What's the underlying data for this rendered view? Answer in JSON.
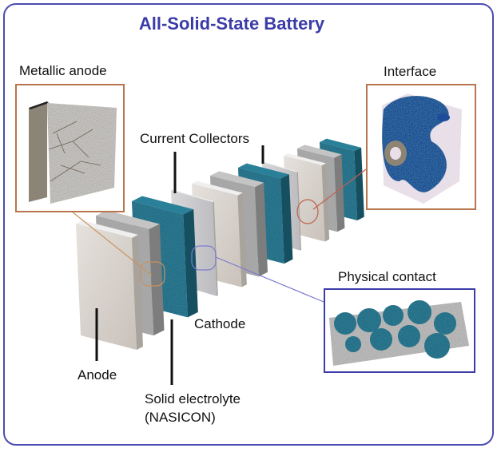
{
  "title": "All-Solid-State Battery",
  "labels": {
    "metallic_anode": "Metallic anode",
    "interface": "Interface",
    "current_collectors": "Current Collectors",
    "physical_contact": "Physical contact",
    "cathode": "Cathode",
    "anode": "Anode",
    "solid_electrolyte": "Solid electrolyte",
    "nasicon": "(NASICON)"
  },
  "colors": {
    "frame": "#4b4bb0",
    "title": "#3b3ba8",
    "inset_orange": "#b8754e",
    "inset_blue": "#3c3caa",
    "cathode_teal": "#1f6f86",
    "electrolyte_gray": "#a8a8a8"
  }
}
